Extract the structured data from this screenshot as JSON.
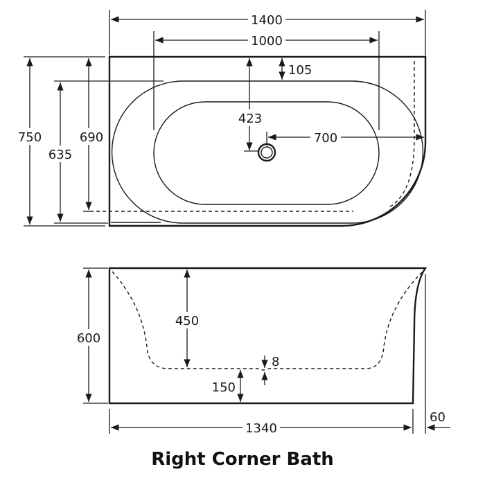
{
  "title": "Right Corner Bath",
  "plan_view": {
    "overall_length": "1400",
    "inner_length": "1000",
    "rim_offset": "105",
    "drain_from_back": "423",
    "drain_from_right": "700",
    "overall_width": "750",
    "basin_width": "690",
    "rim_width": "635"
  },
  "side_view": {
    "overall_height": "600",
    "basin_depth": "450",
    "floor_height": "150",
    "drain_depth": "8",
    "base_length": "1340",
    "flare": "60"
  }
}
